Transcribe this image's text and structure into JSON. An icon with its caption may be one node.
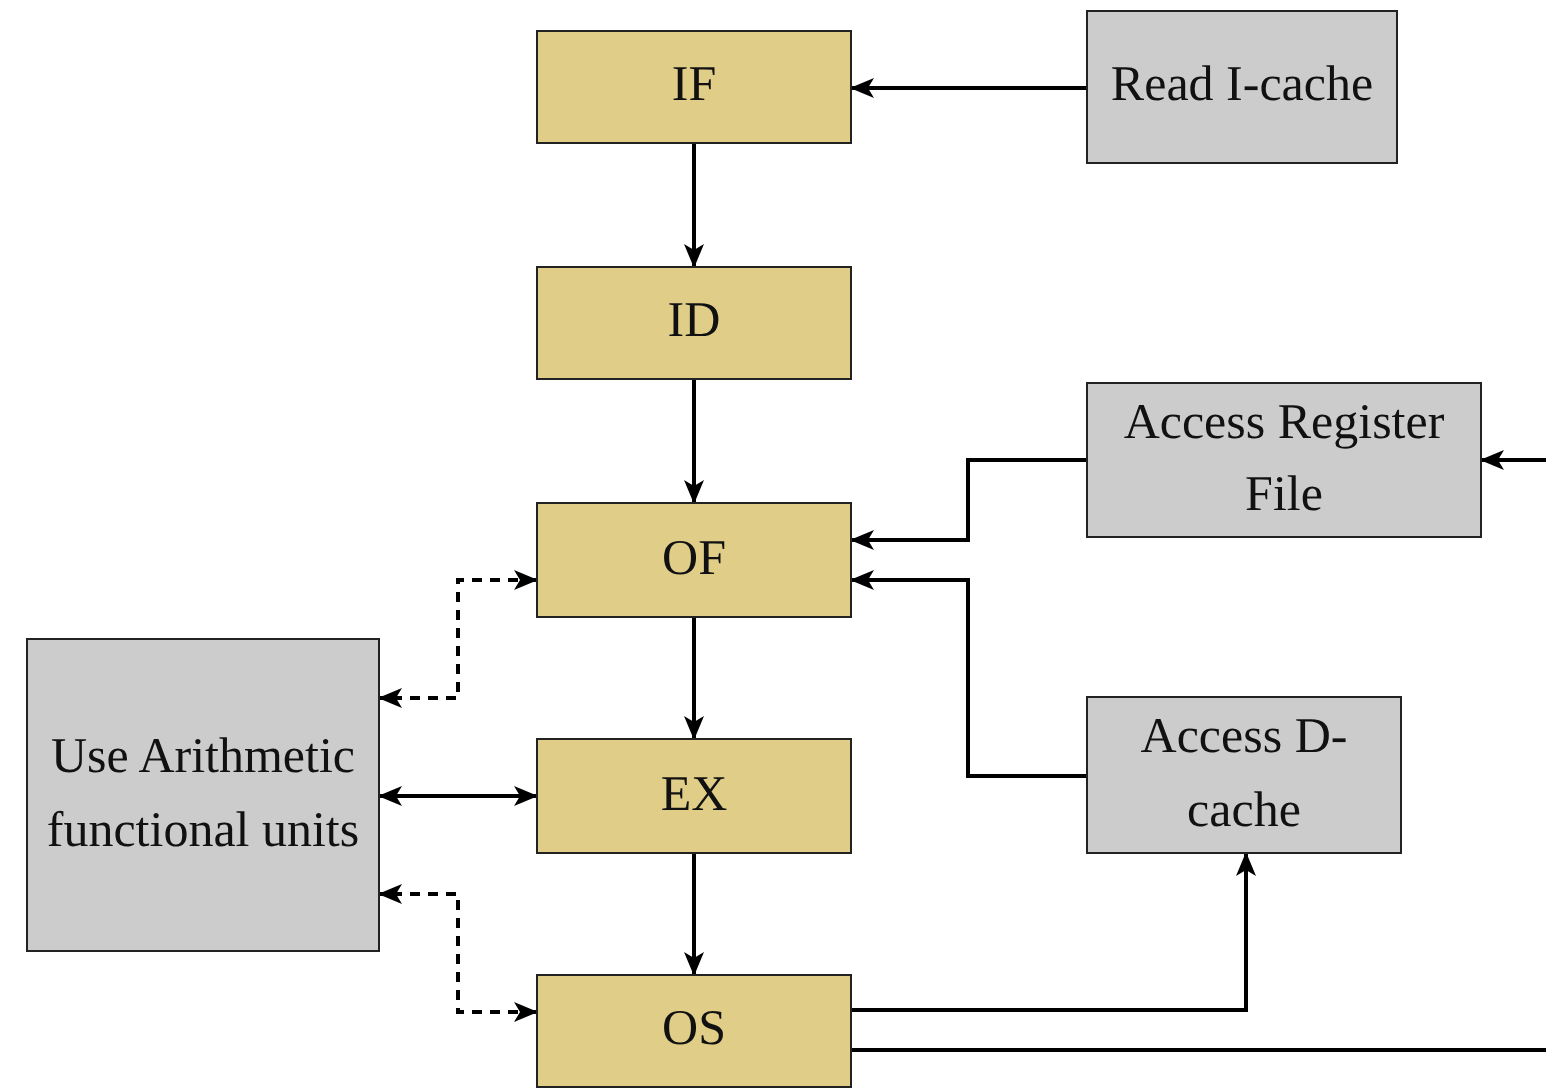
{
  "diagram": {
    "nodes": [
      {
        "text": [
          "IF"
        ]
      },
      {
        "text": [
          "ID"
        ]
      },
      {
        "text": [
          "OF"
        ]
      },
      {
        "text": [
          "EX"
        ]
      },
      {
        "text": [
          "OS"
        ]
      },
      {
        "text": [
          "Read I-cache"
        ]
      },
      {
        "text": [
          "Access Register File"
        ]
      },
      {
        "text": [
          "Access D-cache"
        ]
      },
      {
        "text": [
          "Use Arithmetic functional units"
        ]
      }
    ],
    "edges": [
      {
        "from": 5,
        "to": 0,
        "arrow": "to"
      },
      {
        "from": 0,
        "to": 1,
        "arrow": "to"
      },
      {
        "from": 1,
        "to": 2,
        "arrow": "to"
      },
      {
        "from": 2,
        "to": 3,
        "arrow": "to"
      },
      {
        "from": 3,
        "to": 4,
        "arrow": "to"
      },
      {
        "from": 6,
        "to": 2,
        "arrow": "to"
      },
      {
        "from": 7,
        "to": 2,
        "arrow": "to"
      },
      {
        "from": 4,
        "to": 7,
        "arrow": "to"
      },
      {
        "from": null,
        "to": 6,
        "arrow": "to"
      },
      {
        "from": 4,
        "to": null,
        "arrow": "none"
      },
      {
        "from": 2,
        "to": 8,
        "arrow": "both",
        "style": "dashed"
      },
      {
        "from": 3,
        "to": 8,
        "arrow": "both"
      },
      {
        "from": 4,
        "to": 8,
        "arrow": "both",
        "style": "dashed"
      }
    ]
  }
}
